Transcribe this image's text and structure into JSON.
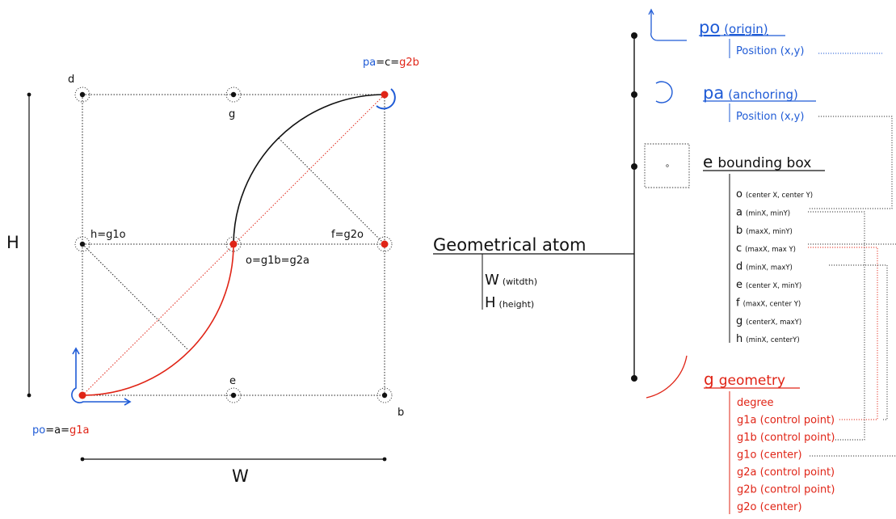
{
  "colors": {
    "black": "#111111",
    "blue": "#1f5bd6",
    "red": "#e02416",
    "gray": "#555555"
  },
  "diagram": {
    "label_po_prefix": "po",
    "label_po_middle": "=a=",
    "label_po_suffix": "g1a",
    "label_pa_prefix": "pa",
    "label_pa_middle": "=c=",
    "label_pa_suffix": "g2b",
    "label_d": "d",
    "label_g": "g",
    "label_h": "h=g1o",
    "label_f": "f=g2o",
    "label_o": "o=g1b=g2a",
    "label_e": "e",
    "label_b": "b",
    "height_symbol": "H",
    "width_symbol": "W"
  },
  "tree": {
    "root_title": "Geometrical atom",
    "root_w_letter": "W",
    "root_w_desc": "(witdth)",
    "root_h_letter": "H",
    "root_h_desc": "(height)",
    "po_title": "po",
    "po_subtitle": "(origin)",
    "po_position": "Position (x,y)",
    "pa_title": "pa",
    "pa_subtitle": "(anchoring)",
    "pa_position": "Position (x,y)",
    "e_letter": "e",
    "e_rest": "bounding box",
    "bbox_items": [
      {
        "letter": "o",
        "desc": "(center X, center Y)"
      },
      {
        "letter": "a",
        "desc": "(minX, minY)"
      },
      {
        "letter": "b",
        "desc": "(maxX, minY)"
      },
      {
        "letter": "c",
        "desc": "(maxX, max Y)"
      },
      {
        "letter": "d",
        "desc": "(minX, maxY)"
      },
      {
        "letter": "e",
        "desc": "(center X, minY)"
      },
      {
        "letter": "f",
        "desc": "(maxX, center Y)"
      },
      {
        "letter": "g",
        "desc": "(centerX, maxY)"
      },
      {
        "letter": "h",
        "desc": "(minX, centerY)"
      }
    ],
    "g_letter": "g",
    "g_rest": "geometry",
    "geometry_items": [
      "degree",
      "g1a (control point)",
      "g1b (control point)",
      "g1o (center)",
      "g2a (control point)",
      "g2b (control point)",
      "g2o (center)"
    ]
  }
}
